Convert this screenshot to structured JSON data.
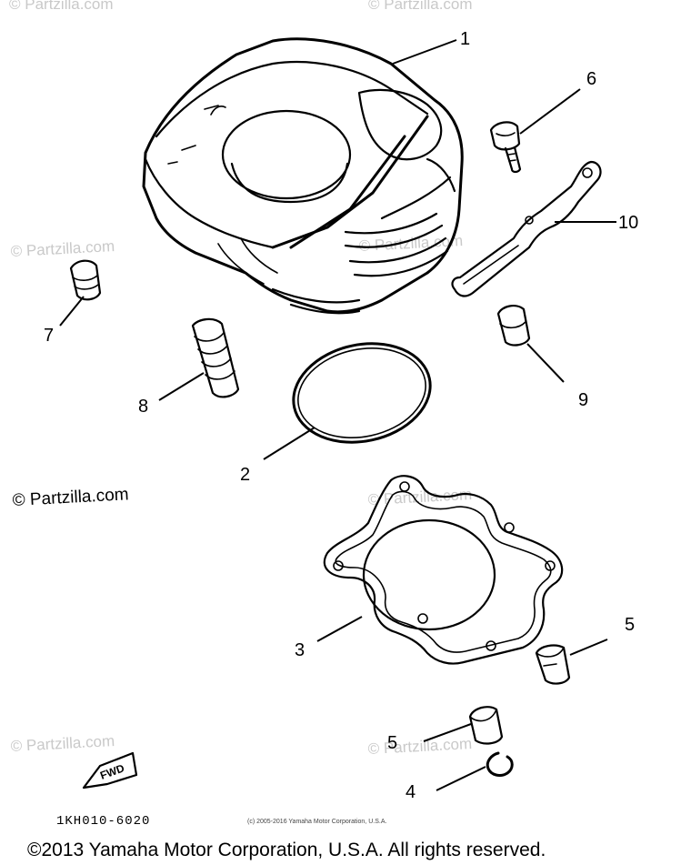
{
  "watermarks": [
    "© Partzilla.com",
    "© Partzilla.com",
    "© Partzilla.com",
    "© Partzilla.com",
    "© Partzilla.com",
    "© Partzilla.com",
    "© Partzilla.com",
    "© Partzilla.com"
  ],
  "callouts": [
    "1",
    "2",
    "3",
    "4",
    "5",
    "5",
    "6",
    "7",
    "8",
    "9",
    "10"
  ],
  "fwd_label": "FWD",
  "drawing_code": "1KH010-6020",
  "small_copyright": "(c) 2005-2016 Yamaha Motor Corporation, U.S.A.",
  "copyright": "©2013 Yamaha Motor Corporation, U.S.A. All rights reserved."
}
